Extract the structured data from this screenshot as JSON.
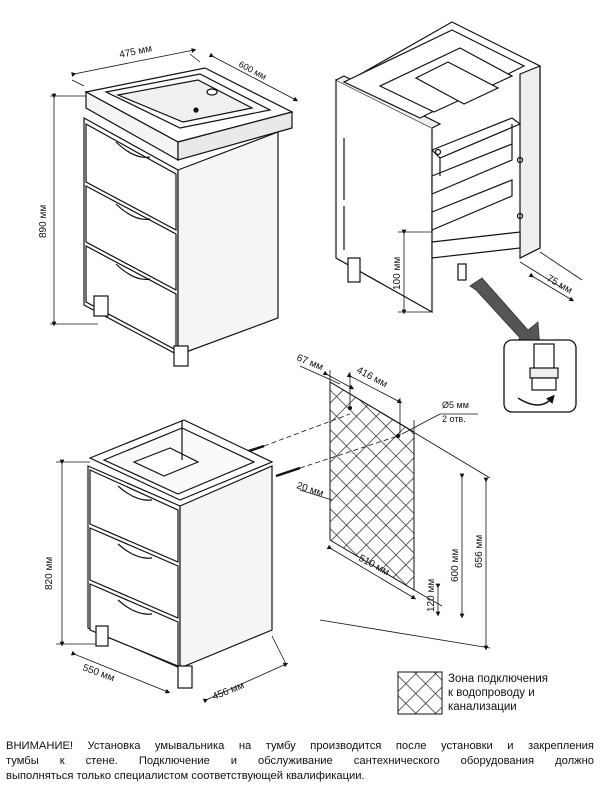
{
  "cabinet_top": {
    "width_label": "475 мм",
    "depth_label": "600 мм",
    "height_label": "890 мм"
  },
  "frame_view": {
    "leg_height_label": "100 мм",
    "leg_offset_label": "75 мм"
  },
  "wall_zone": {
    "left_offset_label": "67 мм",
    "hole_spacing_label": "416 мм",
    "hole_diameter_label": "Ø5 мм",
    "hole_count_label": "2 отв.",
    "side_offset_label": "20 мм",
    "zone_width_label": "510 мм",
    "bottom_offset_label": "120 мм",
    "zone_top_label": "600 мм",
    "total_height_label": "656 мм"
  },
  "cabinet_bottom": {
    "height_label": "820 мм",
    "depth_label": "550 мм",
    "width_label": "456 мм"
  },
  "legend": {
    "line1": "Зона подключения",
    "line2": "к водопроводу и",
    "line3": "канализации"
  },
  "warning": {
    "line1": "ВНИМАНИЕ! Установка умывальника на тумбу производится после установки и закрепления",
    "line2": "тумбы к стене. Подключение и обслуживание сантехнического оборудования должно",
    "line3": "выполняться только специалистом соответствующей квалификации."
  }
}
